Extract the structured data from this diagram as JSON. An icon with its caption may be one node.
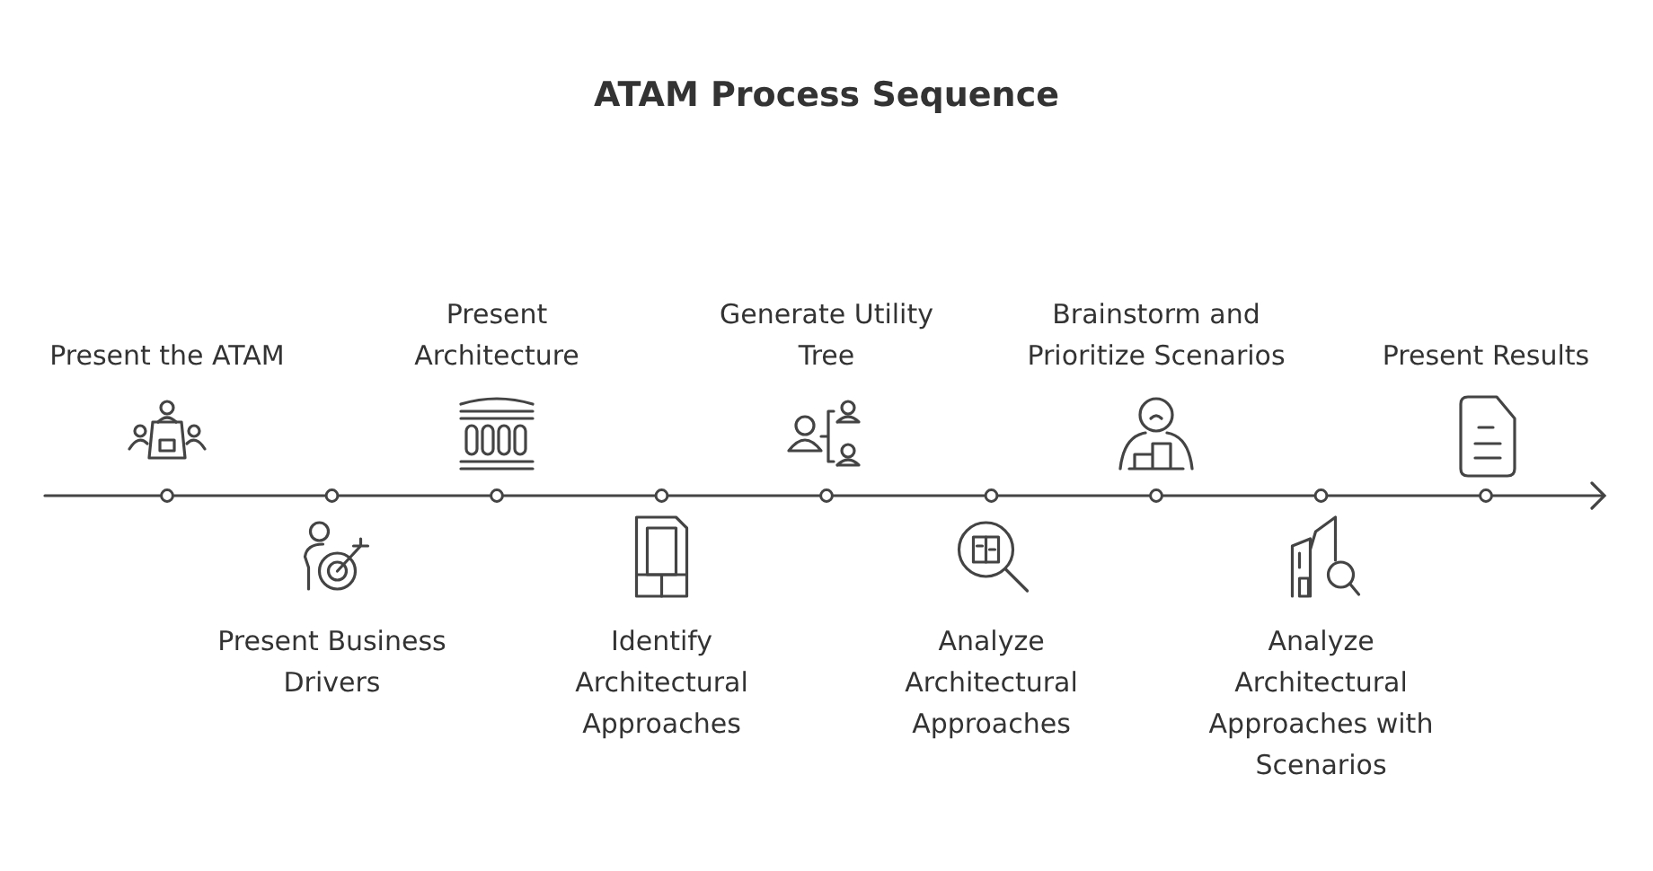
{
  "diagram": {
    "title": "ATAM Process Sequence",
    "nodes": [
      {
        "text": [
          "Present the ATAM"
        ]
      },
      {
        "text": [
          "Present Business Drivers"
        ]
      },
      {
        "text": [
          "Present Architecture"
        ]
      },
      {
        "text": [
          "Identify Architectural Approaches"
        ]
      },
      {
        "text": [
          "Generate Utility Tree"
        ]
      },
      {
        "text": [
          "Analyze Architectural Approaches"
        ]
      },
      {
        "text": [
          "Brainstorm and Prioritize Scenarios"
        ]
      },
      {
        "text": [
          "Analyze Architectural Approaches with Scenarios"
        ]
      },
      {
        "text": [
          "Present Results"
        ]
      }
    ]
  }
}
